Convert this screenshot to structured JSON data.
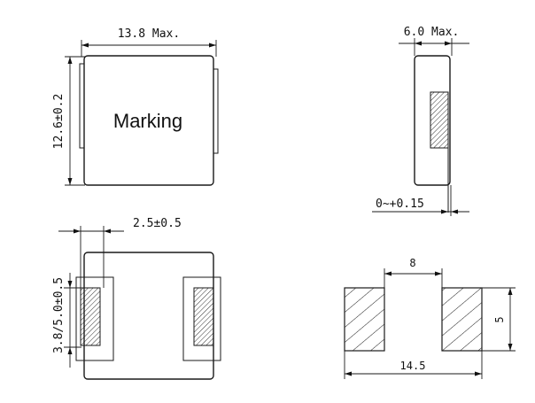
{
  "top_view": {
    "width_label": "13.8 Max.",
    "height_label": "12.6±0.2",
    "marking_label": "Marking"
  },
  "side_view": {
    "thickness_label": "6.0 Max.",
    "coplanarity_label": "0~+0.15"
  },
  "bottom_view": {
    "terminal_width_label": "2.5±0.5",
    "terminal_length_label": "3.8/5.0±0.5"
  },
  "land_pattern": {
    "gap_label": "8",
    "pad_height_label": "5",
    "overall_width_label": "14.5"
  },
  "colors": {
    "line": "#1a1a1a",
    "background": "#ffffff"
  }
}
